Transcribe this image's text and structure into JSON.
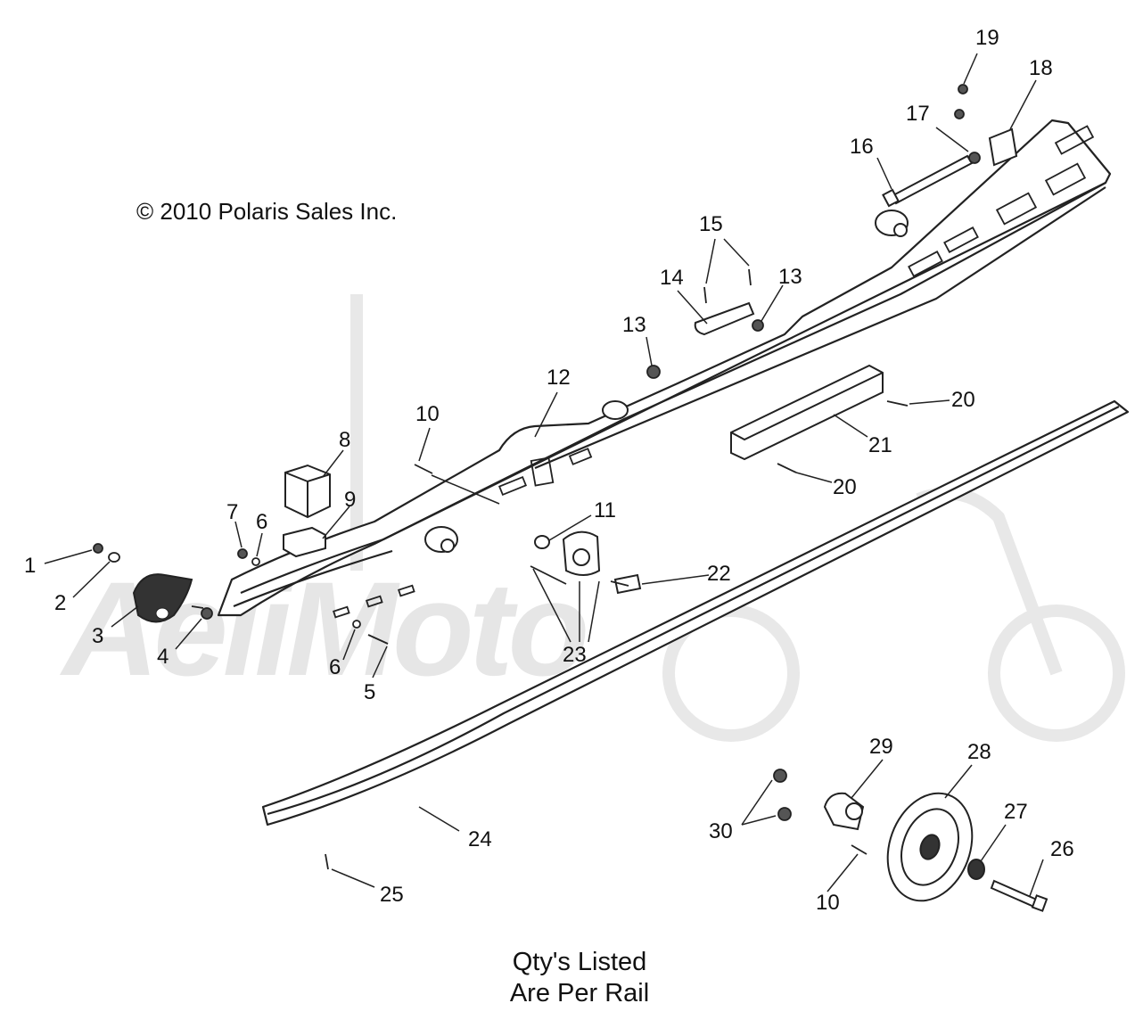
{
  "copyright": "© 2010 Polaris Sales Inc.",
  "watermark": "AeliMoto",
  "footnote": [
    "Qty's Listed",
    "Are Per Rail"
  ],
  "callouts": [
    {
      "id": "c1",
      "label": "1"
    },
    {
      "id": "c2",
      "label": "2"
    },
    {
      "id": "c3",
      "label": "3"
    },
    {
      "id": "c4",
      "label": "4"
    },
    {
      "id": "c5",
      "label": "5"
    },
    {
      "id": "c6a",
      "label": "6"
    },
    {
      "id": "c6b",
      "label": "6"
    },
    {
      "id": "c7",
      "label": "7"
    },
    {
      "id": "c8",
      "label": "8"
    },
    {
      "id": "c9",
      "label": "9"
    },
    {
      "id": "c10a",
      "label": "10"
    },
    {
      "id": "c10b",
      "label": "10"
    },
    {
      "id": "c11",
      "label": "11"
    },
    {
      "id": "c12",
      "label": "12"
    },
    {
      "id": "c13a",
      "label": "13"
    },
    {
      "id": "c13b",
      "label": "13"
    },
    {
      "id": "c14",
      "label": "14"
    },
    {
      "id": "c15",
      "label": "15"
    },
    {
      "id": "c16",
      "label": "16"
    },
    {
      "id": "c17",
      "label": "17"
    },
    {
      "id": "c18",
      "label": "18"
    },
    {
      "id": "c19",
      "label": "19"
    },
    {
      "id": "c20a",
      "label": "20"
    },
    {
      "id": "c20b",
      "label": "20"
    },
    {
      "id": "c21",
      "label": "21"
    },
    {
      "id": "c22",
      "label": "22"
    },
    {
      "id": "c23",
      "label": "23"
    },
    {
      "id": "c24",
      "label": "24"
    },
    {
      "id": "c25",
      "label": "25"
    },
    {
      "id": "c26",
      "label": "26"
    },
    {
      "id": "c27",
      "label": "27"
    },
    {
      "id": "c28",
      "label": "28"
    },
    {
      "id": "c29",
      "label": "29"
    },
    {
      "id": "c30",
      "label": "30"
    }
  ]
}
